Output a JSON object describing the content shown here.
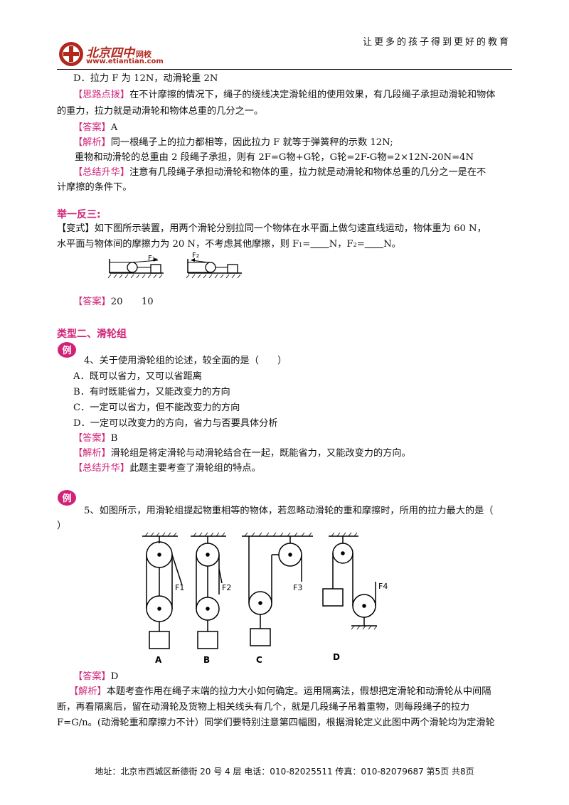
{
  "header": {
    "slogan": "让更多的孩子得到更好的教育",
    "logo_cn": "北京四中",
    "logo_small": "网校",
    "logo_url": "www.etiantian.com"
  },
  "lines": {
    "l1": "D．拉力 F 为 12N，动滑轮重 2N",
    "l2_tag": "【思路点拨】",
    "l2": "在不计摩擦的情况下，绳子的绕线决定滑轮组的使用效果，有几段绳子承担动滑轮和物体",
    "l3": "的重力，拉力就是动滑轮和物体总重的几分之一。",
    "l4_tag": "【答案】",
    "l4": "A",
    "l5_tag": "【解析】",
    "l5": "同一根绳子上的拉力都相等，因此拉力 F 就等于弹簧秤的示数 12N;",
    "l6": "重物和动滑轮的总重由 2 段绳子承担，则有 2F=G物+G轮，G轮=2F-G物=2×12N-20N=4N",
    "l7_tag": "【总结升华】",
    "l7": "注意有几段绳子承担动滑轮和物体的重，拉力就是动滑轮和物体总重的几分之一是在不",
    "l8": "计摩擦的条件下。"
  },
  "section_juyi": "举一反三:",
  "variant": {
    "tag": "【变式】",
    "l1": "如下图所示装置，用两个滑轮分别拉同一个物体在水平面上做匀速直线运动，物体重为 60 N，",
    "l2a": "水平面与物体间的摩擦力为 20 N，不考虑其他摩擦，则 F",
    "l2b": "=",
    "l2c": "N，F",
    "l2d": "=",
    "l2e": "N。",
    "sub1": "1",
    "sub2": "2",
    "fig_f1": "F",
    "fig_f1s": "1",
    "fig_f2": "F",
    "fig_f2s": "2",
    "ans_tag": "【答案】",
    "ans": "20　　10"
  },
  "section_type2": "类型二、滑轮组",
  "q4": {
    "badge": "例",
    "stem": "4、关于使用滑轮组的论述，较全面的是（　　）",
    "a": "A．既可以省力，又可以省距离",
    "b": "B．有时既能省力，又能改变力的方向",
    "c": "C．一定可以省力，但不能改变力的方向",
    "d": "D．一定可以改变力的方向，省力与否要具体分析",
    "ans_tag": "【答案】",
    "ans": "B",
    "exp_tag": "【解析】",
    "exp": "滑轮组是将定滑轮与动滑轮结合在一起，既能省力，又能改变力的方向。",
    "sum_tag": "【总结升华】",
    "sum": "此题主要考查了滑轮组的特点。"
  },
  "q5": {
    "badge": "例",
    "stem": "5、如图所示，用滑轮组提起物重相等的物体，若忽略动滑轮的重和摩擦时，所用的拉力最大的是（",
    "stem2": "）",
    "fig_labels": [
      "A",
      "B",
      "C",
      "D"
    ],
    "forces": [
      "F1",
      "F2",
      "F3",
      "F4"
    ],
    "ans_tag": "【答案】",
    "ans": "D",
    "exp_tag": "【解析】",
    "exp1": "本题考查作用在绳子末端的拉力大小如何确定。运用隔离法，假想把定滑轮和动滑轮从中间隔",
    "exp2": "断，再看隔离后，留在动滑轮及货物上相关线头有几个，就是几段绳子吊着重物，则每段绳子的拉力",
    "exp3": "F=G/n。(动滑轮重和摩擦力不计）同学们要特别注意第四幅图，根据滑轮定义此图中两个滑轮均为定滑轮"
  },
  "footer": "地址：北京市西城区新德街 20 号 4 层  电话：010-82025511  传真：010-82079687   第5页  共8页"
}
